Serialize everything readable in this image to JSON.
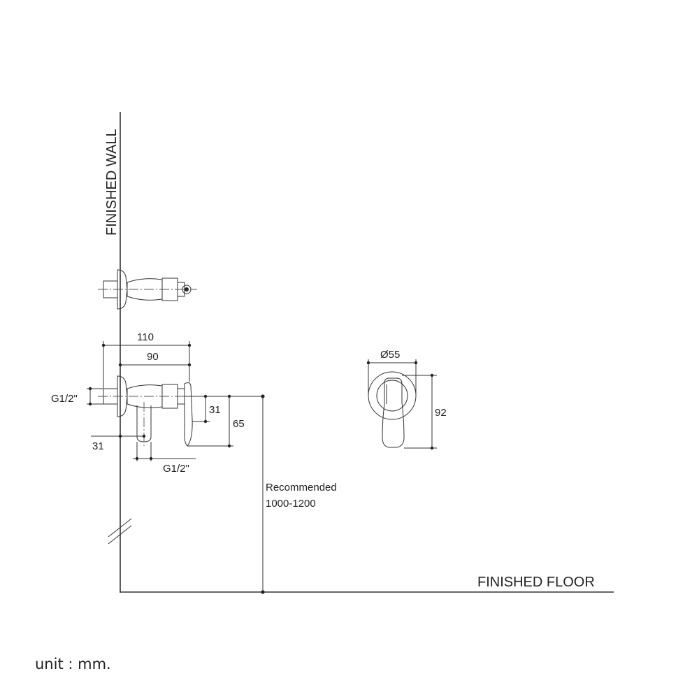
{
  "labels": {
    "finished_wall": "FINISHED WALL",
    "finished_floor": "FINISHED FLOOR",
    "unit": "unit : mm.",
    "recommended_line1": "Recommended",
    "recommended_line2": "1000-1200"
  },
  "dimensions": {
    "overall_depth": "110",
    "body_depth": "90",
    "inlet_thread": "G1/2\"",
    "outlet_thread": "G1/2\"",
    "outlet_offset_horizontal": "31",
    "outlet_offset_vertical": "31",
    "handle_drop": "65",
    "handle_diameter": "Ø55",
    "handle_height": "92"
  }
}
